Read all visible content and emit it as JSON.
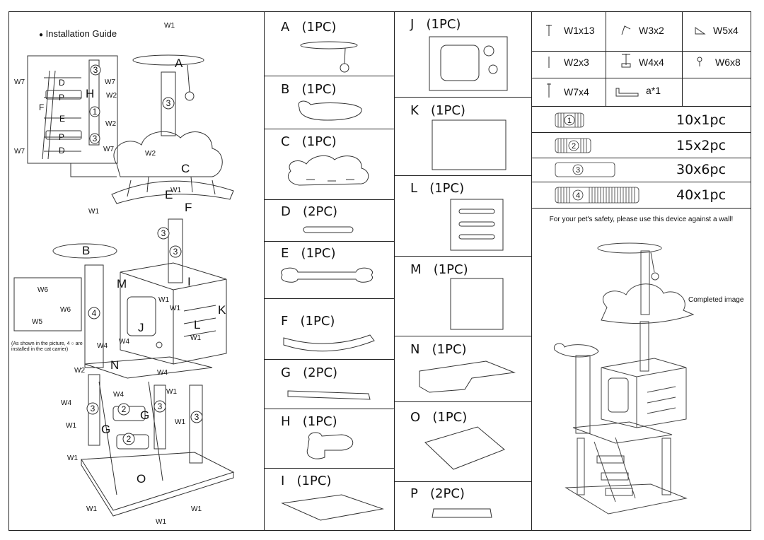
{
  "guide": {
    "title": "Installation Guide",
    "carrier_note": "(As shown in the picture, 4 ○ are installed in the cat carrier)",
    "letters": [
      "A",
      "B",
      "C",
      "E",
      "F",
      "G",
      "G",
      "H",
      "I",
      "J",
      "K",
      "L",
      "M",
      "N",
      "O",
      "D",
      "D",
      "P",
      "P",
      "E",
      "F"
    ],
    "hardware_callouts": [
      "W1",
      "W2",
      "W1",
      "W1",
      "W1",
      "W1",
      "W4",
      "W4",
      "W4",
      "W1",
      "W1",
      "W1",
      "W1",
      "W1",
      "W1",
      "W1",
      "W2",
      "W4",
      "W6",
      "W6",
      "W5",
      "W7",
      "W7",
      "W7",
      "W7",
      "W2",
      "W2"
    ]
  },
  "parts": [
    {
      "id": "A",
      "qty": "(1PC)"
    },
    {
      "id": "B",
      "qty": "(1PC)"
    },
    {
      "id": "C",
      "qty": "(1PC)"
    },
    {
      "id": "D",
      "qty": "(2PC)"
    },
    {
      "id": "E",
      "qty": "(1PC)"
    },
    {
      "id": "F",
      "qty": "(1PC)"
    },
    {
      "id": "G",
      "qty": "(2PC)"
    },
    {
      "id": "H",
      "qty": "(1PC)"
    },
    {
      "id": "I",
      "qty": "(1PC)"
    },
    {
      "id": "J",
      "qty": "(1PC)"
    },
    {
      "id": "K",
      "qty": "(1PC)"
    },
    {
      "id": "L",
      "qty": "(1PC)"
    },
    {
      "id": "M",
      "qty": "(1PC)"
    },
    {
      "id": "N",
      "qty": "(1PC)"
    },
    {
      "id": "O",
      "qty": "(1PC)"
    },
    {
      "id": "P",
      "qty": "(2PC)"
    }
  ],
  "hardware": [
    {
      "label": "W1x13",
      "icon": "screw-icon"
    },
    {
      "label": "W3x2",
      "icon": "bracket-icon"
    },
    {
      "label": "W5x4",
      "icon": "corner-bracket-icon"
    },
    {
      "label": "W2x3",
      "icon": "pin-icon"
    },
    {
      "label": "W4x4",
      "icon": "bolt-icon"
    },
    {
      "label": "W6x8",
      "icon": "small-screw-icon"
    },
    {
      "label": "W7x4",
      "icon": "long-screw-icon"
    },
    {
      "label": "a*1",
      "icon": "allen-key-icon"
    }
  ],
  "springs": [
    {
      "num": "1",
      "label": "10x1pc"
    },
    {
      "num": "2",
      "label": "15x2pc"
    },
    {
      "num": "3",
      "label": "30x6pc"
    },
    {
      "num": "4",
      "label": "40x1pc"
    }
  ],
  "safety_note": "For your pet's safety, please use this device against a wall!",
  "completed_label": "Completed image"
}
